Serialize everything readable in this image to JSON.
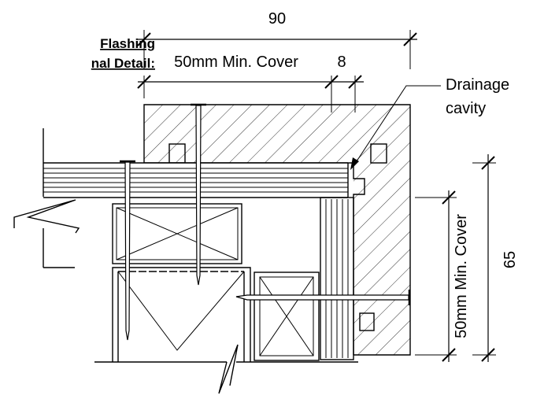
{
  "title": {
    "line1": "Flashing",
    "line2": "nal Detail:"
  },
  "dimensions": {
    "overall_width": "90",
    "min_cover_top": "50mm Min. Cover",
    "cavity_width": "8",
    "min_cover_side": "50mm Min. Cover",
    "overall_height": "65"
  },
  "labels": {
    "drainage_line1": "Drainage",
    "drainage_line2": "cavity"
  }
}
